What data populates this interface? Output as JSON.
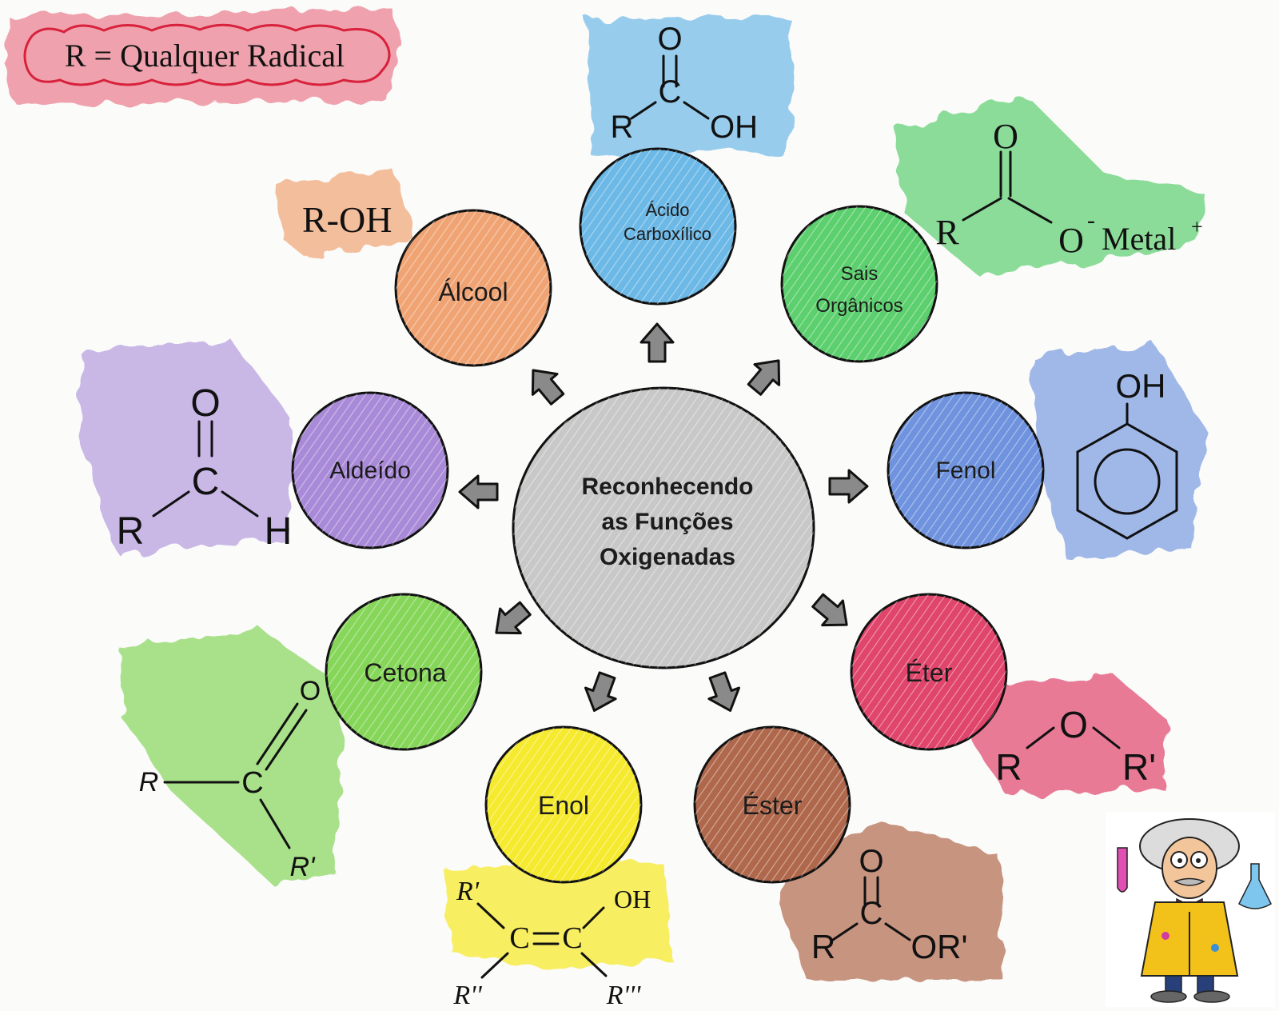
{
  "legend_note": "R = Qualquer Radical",
  "center": {
    "lines": [
      "Reconhecendo",
      "as Funções",
      "Oxigenadas"
    ]
  },
  "nodes": [
    {
      "id": "acido",
      "lines": [
        "Ácido",
        "Carboxílico"
      ],
      "color": "#6cb8e6"
    },
    {
      "id": "sais",
      "lines": [
        "Sais",
        "Orgânicos"
      ],
      "color": "#5ccf6e"
    },
    {
      "id": "fenol",
      "lines": [
        "Fenol"
      ],
      "color": "#6f93de"
    },
    {
      "id": "eter",
      "lines": [
        "Éter"
      ],
      "color": "#e0456b"
    },
    {
      "id": "ester",
      "lines": [
        "Éster"
      ],
      "color": "#b0684c"
    },
    {
      "id": "enol",
      "lines": [
        "Enol"
      ],
      "color": "#f5ea2e"
    },
    {
      "id": "cetona",
      "lines": [
        "Cetona"
      ],
      "color": "#86d65a"
    },
    {
      "id": "aldeido",
      "lines": [
        "Aldeído"
      ],
      "color": "#a98ad8"
    },
    {
      "id": "alcool",
      "lines": [
        "Álcool"
      ],
      "color": "#f0a474"
    }
  ],
  "formulas": {
    "alcool": "R-OH",
    "acido": {
      "o": "O",
      "c": "C",
      "r": "R",
      "oh": "OH"
    },
    "sais": {
      "o_top": "O",
      "r": "R",
      "o_minus": "O",
      "charge": "-",
      "metal": "Metal",
      "plus": "+"
    },
    "fenol": {
      "oh": "OH"
    },
    "eter": {
      "r": "R",
      "o": "O",
      "r2": "R'"
    },
    "ester": {
      "o": "O",
      "c": "C",
      "r": "R",
      "or": "OR'"
    },
    "enol": {
      "r1": "R'",
      "r2": "R''",
      "c1": "C",
      "c2": "C",
      "oh": "OH",
      "r3": "R'''"
    },
    "cetona": {
      "o": "O",
      "r": "R",
      "c": "C",
      "r2": "R'"
    },
    "aldeido": {
      "o": "O",
      "c": "C",
      "r": "R",
      "h": "H"
    }
  },
  "colors": {
    "legend": "#e0364f",
    "center": "#bdbdbd",
    "arrow": "#8a8a8a"
  }
}
